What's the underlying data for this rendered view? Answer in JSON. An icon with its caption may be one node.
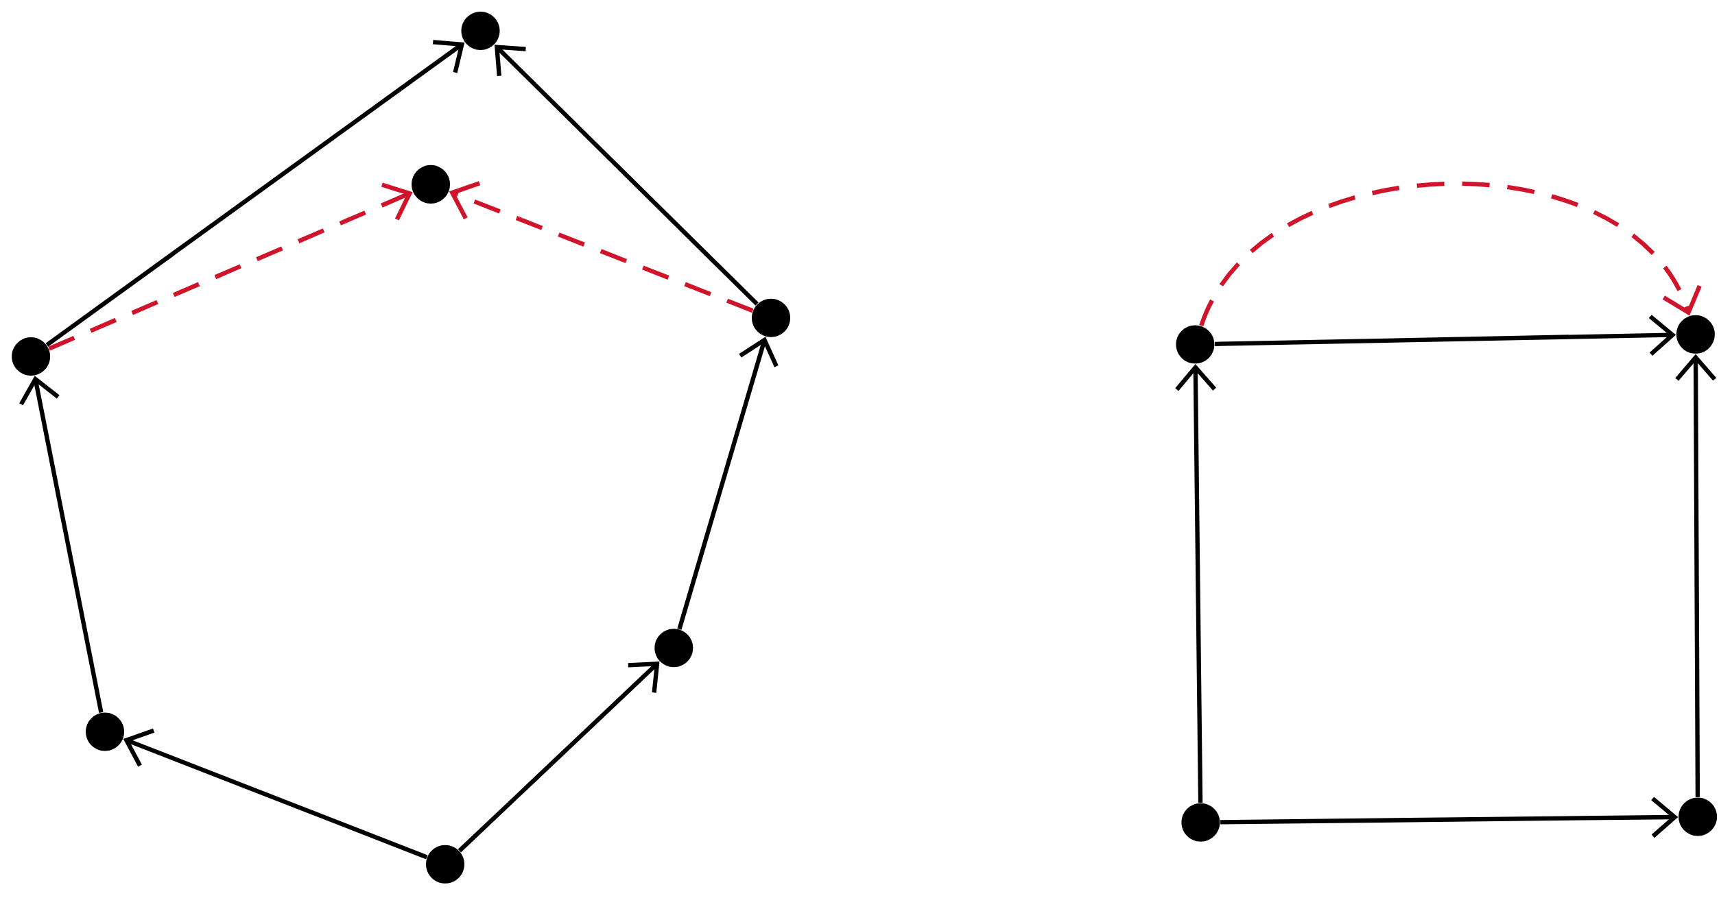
{
  "diagram": {
    "nodes": [
      {
        "text": [],
        "shape": "circle"
      },
      {
        "text": [],
        "shape": "circle"
      },
      {
        "text": [],
        "shape": "circle"
      },
      {
        "text": [],
        "shape": "circle"
      },
      {
        "text": [],
        "shape": "circle"
      },
      {
        "text": [],
        "shape": "circle"
      },
      {
        "text": [],
        "shape": "circle"
      },
      {
        "text": [],
        "shape": "circle"
      },
      {
        "text": [],
        "shape": "circle"
      },
      {
        "text": [],
        "shape": "circle"
      },
      {
        "text": [],
        "shape": "circle"
      }
    ],
    "edges": [
      {
        "from": 5,
        "to": 4,
        "arrow": "to"
      },
      {
        "from": 4,
        "to": 2,
        "arrow": "to"
      },
      {
        "from": 2,
        "to": 0,
        "arrow": "to"
      },
      {
        "from": 3,
        "to": 0,
        "arrow": "to"
      },
      {
        "from": 6,
        "to": 3,
        "arrow": "to"
      },
      {
        "from": 5,
        "to": 6,
        "arrow": "to"
      },
      {
        "from": 2,
        "to": 1,
        "arrow": "to",
        "style": "dashed",
        "color": "#d0142c"
      },
      {
        "from": 3,
        "to": 1,
        "arrow": "to",
        "style": "dashed",
        "color": "#d0142c"
      },
      {
        "from": 7,
        "to": 8,
        "arrow": "to"
      },
      {
        "from": 9,
        "to": 7,
        "arrow": "to"
      },
      {
        "from": 9,
        "to": 10,
        "arrow": "to"
      },
      {
        "from": 10,
        "to": 8,
        "arrow": "to"
      },
      {
        "from": 7,
        "to": 8,
        "arrow": "to",
        "style": "dashed",
        "color": "#d0142c"
      }
    ]
  }
}
